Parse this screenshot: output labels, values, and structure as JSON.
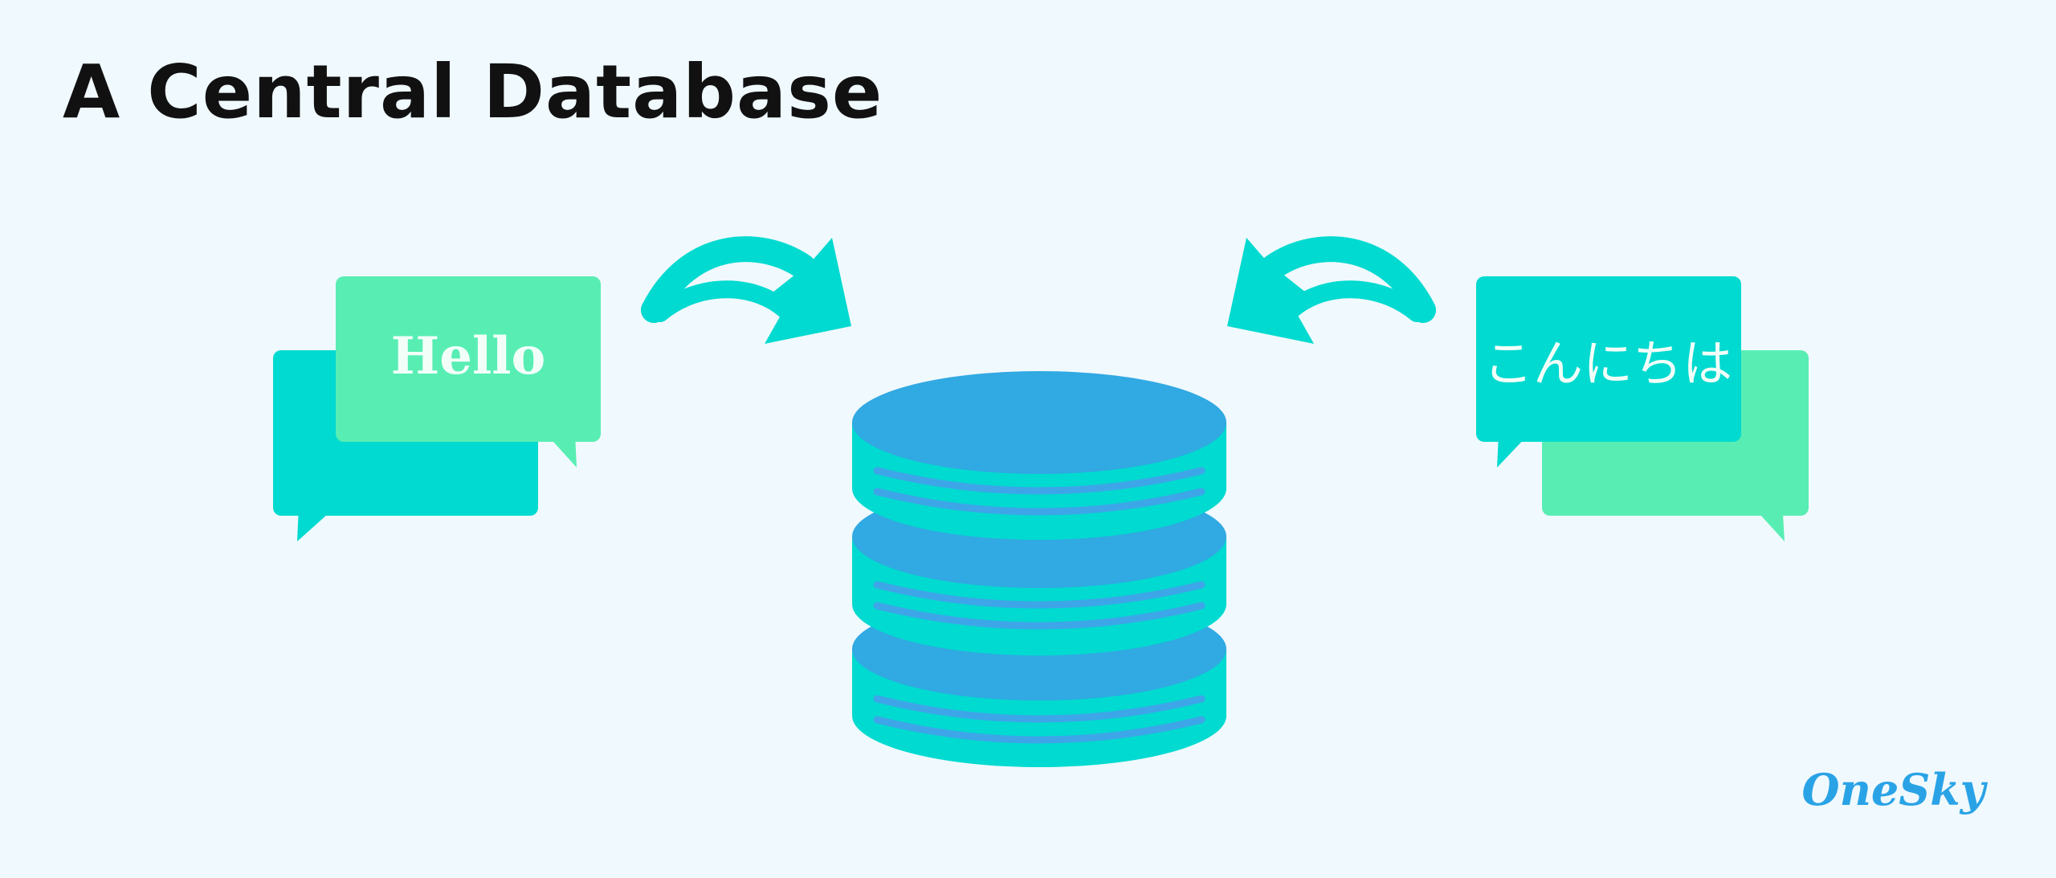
{
  "title": "A Central Database",
  "bubbles": {
    "left_text": "Hello",
    "right_text": "こんにちは"
  },
  "brand": "OneSky",
  "colors": {
    "background": "#f0f9fd",
    "teal": "#00dad0",
    "green": "#58eeb3",
    "blue": "#31a9e3",
    "ring": "#3da6e8",
    "brand": "#2aa3e6",
    "title": "#111111"
  },
  "icons": [
    "speech-bubble-icon",
    "curved-arrow-icon",
    "database-icon",
    "onesky-logo"
  ]
}
